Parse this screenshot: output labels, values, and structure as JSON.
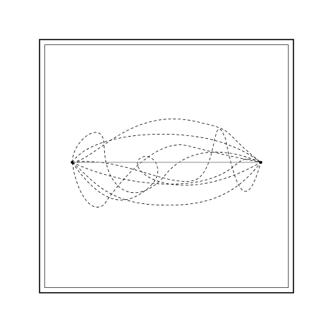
{
  "diagram": {
    "colors": {
      "background": "#ffffff",
      "frame": "#000000",
      "inner_frame": "#555555",
      "straight_line": "#888888",
      "curves": "#000000",
      "endpoints": "#000000"
    },
    "nodes": [
      {
        "id": "start"
      },
      {
        "id": "end"
      }
    ],
    "edges": [
      {
        "from": "start",
        "to": "end",
        "style": "solid"
      }
    ],
    "dashed_curve_count": 8
  }
}
